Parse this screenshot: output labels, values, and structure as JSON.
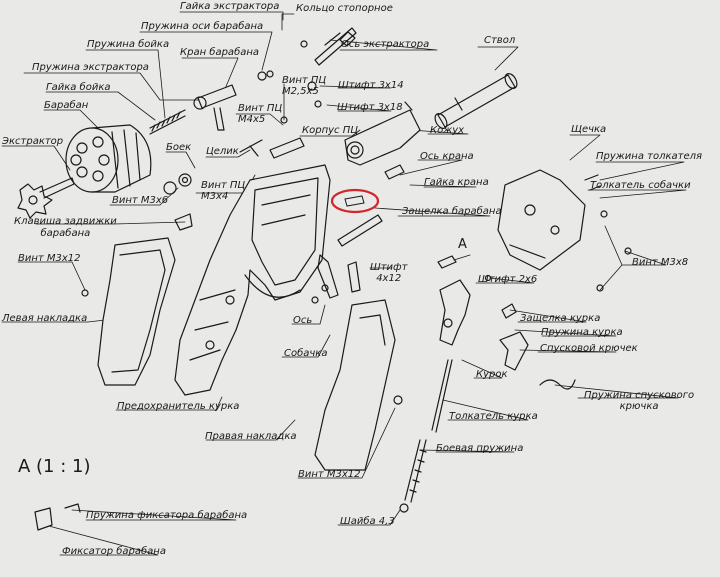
{
  "labels": {
    "extractor_nut": "Гайка экстрактора",
    "retaining_ring": "Кольцо стопорное",
    "cyl_axis_spring": "Пружина оси барабана",
    "extractor_axis": "Ось экстрактора",
    "barrel_valve": "Кран барабана",
    "barrel": "Ствол",
    "striker_spring": "Пружина бойка",
    "extractor_spring": "Пружина экстрактора",
    "screw_m25x5": "Винт ПЦ\nМ2,5х5",
    "pin_3x14": "Штифт 3х14",
    "striker_nut": "Гайка бойка",
    "screw_m4x5": "Винт ПЦ\nМ4х5",
    "pin_3x18": "Штифт 3х18",
    "cylinder": "Барабан",
    "housing_pc": "Корпус ПЦ",
    "casing": "Кожух",
    "extractor": "Экстрактор",
    "striker": "Боек",
    "sight": "Целик",
    "screw_m3x4": "Винт ПЦ\nМ3х4",
    "valve_axis": "Ось крана",
    "valve_nut": "Гайка крана",
    "screw_m3x6": "Винт М3х6",
    "cyl_latch": "Защелка барабана",
    "latch_button": "Клавиша задвижки\nбарабана",
    "cheek": "Щечка",
    "pusher_spring": "Пружина толкателя",
    "pawl_pusher": "Толкатель собачки",
    "view_a_marker": "А",
    "screw_m3x12_left": "Винт М3х12",
    "pin_4x12": "Штифт\n4х12",
    "screw_m3x8": "Винт М3х8",
    "pin_2x6": "Штифт 2х6",
    "left_grip": "Левая накладка",
    "axis": "Ось",
    "sear_latch": "Защелка курка",
    "hammer_spring": "Пружина курка",
    "trigger_hook": "Спусковой крючек",
    "pawl": "Собачка",
    "hammer": "Курок",
    "hammer_safety": "Предохранитель курка",
    "trigger_spring": "Пружина спускового\nкрючка",
    "right_grip": "Правая накладка",
    "hammer_pusher": "Толкатель курка",
    "mainspring": "Боевая пружина",
    "screw_m3x12_bottom": "Винт М3х12",
    "view_a_title": "А   (1 : 1)",
    "lock_spring": "Пружина фиксатора барабана",
    "washer": "Шайба 4,3",
    "cyl_lock": "Фиксатор барабана"
  },
  "colors": {
    "ink": "#1a1a1a",
    "paper": "#e9e9e7",
    "highlight": "#d2262b"
  }
}
